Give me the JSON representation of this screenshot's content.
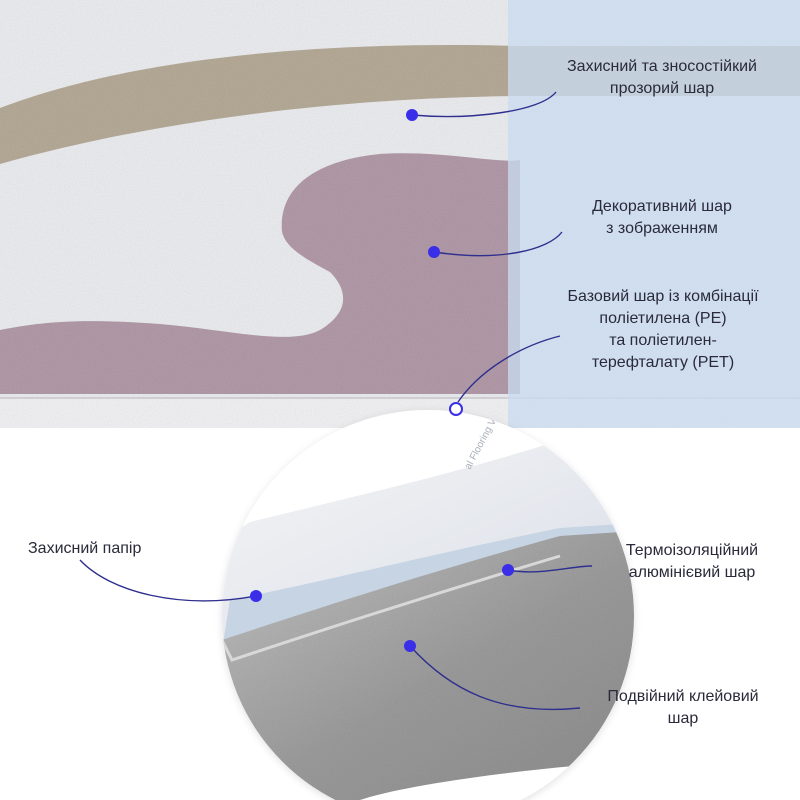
{
  "labels": {
    "protective_layer": [
      "Захисний та зносостійкий",
      "прозорий шар"
    ],
    "decorative_layer": [
      "Декоративний шар",
      "з зображенням"
    ],
    "base_layer": [
      "Базовий шар із комбінації",
      "поліетилена (PE)",
      "та поліетилен-",
      "терефталату (PET)"
    ],
    "protective_paper": [
      "Захисний папір"
    ],
    "thermal_layer": [
      "Термоізоляційний",
      "алюмінієвий шар"
    ],
    "adhesive_layer": [
      "Подвійний клейовий",
      "шар"
    ]
  },
  "back_print_text": "al Flooring Vinyl",
  "colors": {
    "accent": "#3a2ee8",
    "leader": "#2f2f8f",
    "overlay": "#c9dbf0",
    "panel_base": "#ecedf0",
    "pattern_brown": "#b6ab98",
    "pattern_mauve": "#b39ba9",
    "foil": "#a9a9a9",
    "paper": "#dfe3ea"
  }
}
